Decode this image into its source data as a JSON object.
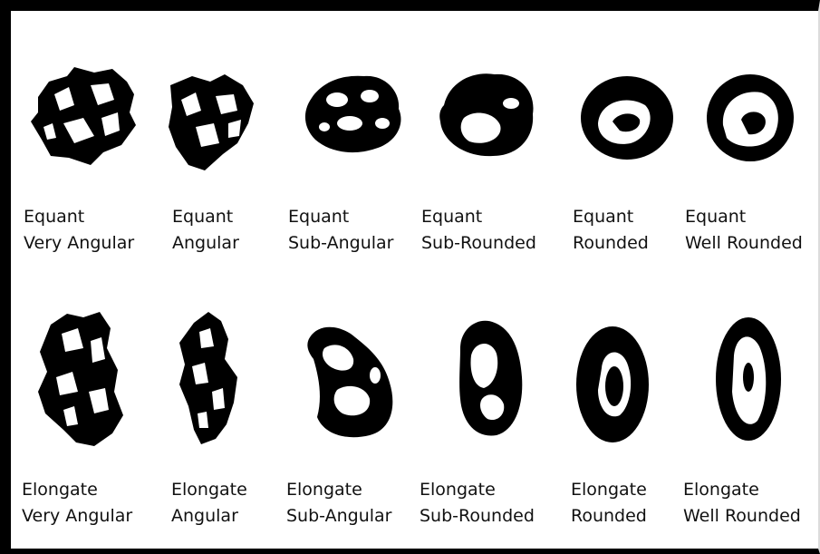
{
  "figure": {
    "title": "",
    "rows": [
      {
        "form": "Equant",
        "items": [
          {
            "line1": "Equant",
            "line2": "Very Angular",
            "grain_icon": "equant-very-angular-grain-icon"
          },
          {
            "line1": "Equant",
            "line2": "Angular",
            "grain_icon": "equant-angular-grain-icon"
          },
          {
            "line1": "Equant",
            "line2": "Sub-Angular",
            "grain_icon": "equant-sub-angular-grain-icon"
          },
          {
            "line1": "Equant",
            "line2": "Sub-Rounded",
            "grain_icon": "equant-sub-rounded-grain-icon"
          },
          {
            "line1": "Equant",
            "line2": "Rounded",
            "grain_icon": "equant-rounded-grain-icon"
          },
          {
            "line1": "Equant",
            "line2": "Well Rounded",
            "grain_icon": "equant-well-rounded-grain-icon"
          }
        ]
      },
      {
        "form": "Elongate",
        "items": [
          {
            "line1": "Elongate",
            "line2": "Very Angular",
            "grain_icon": "elongate-very-angular-grain-icon"
          },
          {
            "line1": "Elongate",
            "line2": "Angular",
            "grain_icon": "elongate-angular-grain-icon"
          },
          {
            "line1": "Elongate",
            "line2": "Sub-Angular",
            "grain_icon": "elongate-sub-angular-grain-icon"
          },
          {
            "line1": "Elongate",
            "line2": "Sub-Rounded",
            "grain_icon": "elongate-sub-rounded-grain-icon"
          },
          {
            "line1": "Elongate",
            "line2": "Rounded",
            "grain_icon": "elongate-rounded-grain-icon"
          },
          {
            "line1": "Elongate",
            "line2": "Well Rounded",
            "grain_icon": "elongate-well-rounded-grain-icon"
          }
        ]
      }
    ],
    "colors": {
      "ink": "#000000",
      "paper": "#ffffff",
      "frame": "#000000"
    }
  }
}
